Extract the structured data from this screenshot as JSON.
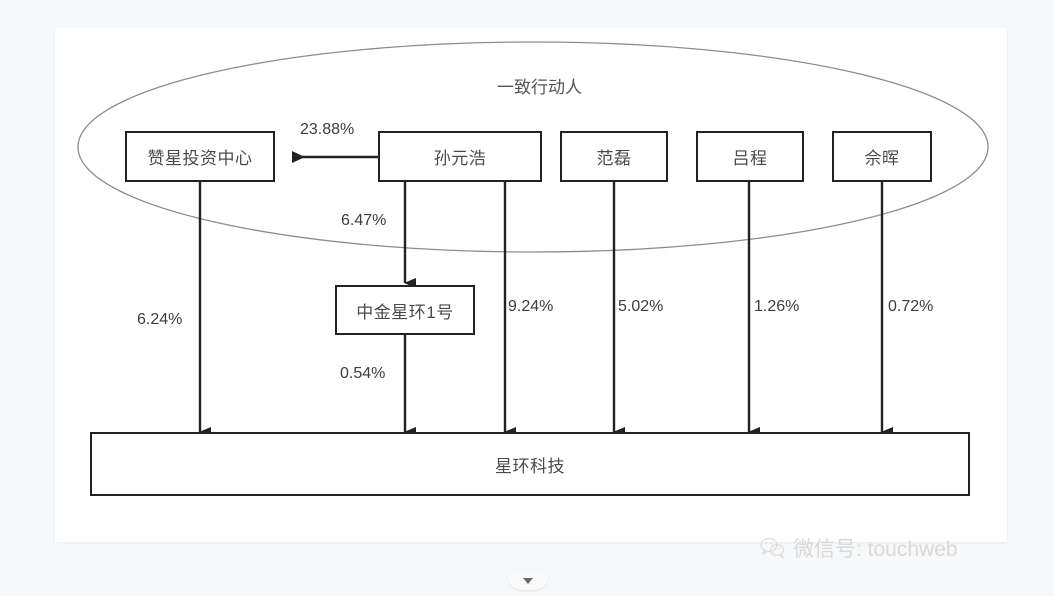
{
  "diagram": {
    "type": "ownership-structure",
    "group": {
      "label": "一致行动人",
      "members": [
        "赞星投资中心",
        "孙元浩",
        "范磊",
        "吕程",
        "佘晖"
      ]
    },
    "nodes": {
      "zanxing": "赞星投资中心",
      "sunyuanhao": "孙元浩",
      "fanlei": "范磊",
      "lvcheng": "吕程",
      "shehui": "佘晖",
      "zhongjin": "中金星环1号",
      "target": "星环科技"
    },
    "edges": [
      {
        "from": "孙元浩",
        "to": "赞星投资中心",
        "label": "23.88%"
      },
      {
        "from": "孙元浩",
        "to": "中金星环1号",
        "label": "6.47%"
      },
      {
        "from": "赞星投资中心",
        "to": "星环科技",
        "label": "6.24%"
      },
      {
        "from": "中金星环1号",
        "to": "星环科技",
        "label": "0.54%"
      },
      {
        "from": "孙元浩",
        "to": "星环科技",
        "label": "9.24%"
      },
      {
        "from": "范磊",
        "to": "星环科技",
        "label": "5.02%"
      },
      {
        "from": "吕程",
        "to": "星环科技",
        "label": "1.26%"
      },
      {
        "from": "佘晖",
        "to": "星环科技",
        "label": "0.72%"
      }
    ],
    "labels": {
      "pct_23_88": "23.88%",
      "pct_6_47": "6.47%",
      "pct_6_24": "6.24%",
      "pct_0_54": "0.54%",
      "pct_9_24": "9.24%",
      "pct_5_02": "5.02%",
      "pct_1_26": "1.26%",
      "pct_0_72": "0.72%"
    },
    "colors": {
      "stroke": "#222222",
      "ellipse": "#8c8c8c",
      "text": "#4a4a4a",
      "page_bg": "#f7f8fa",
      "card_bg": "#ffffff"
    }
  },
  "watermark": {
    "text": "微信号: touchweb",
    "icon": "wechat-icon"
  }
}
